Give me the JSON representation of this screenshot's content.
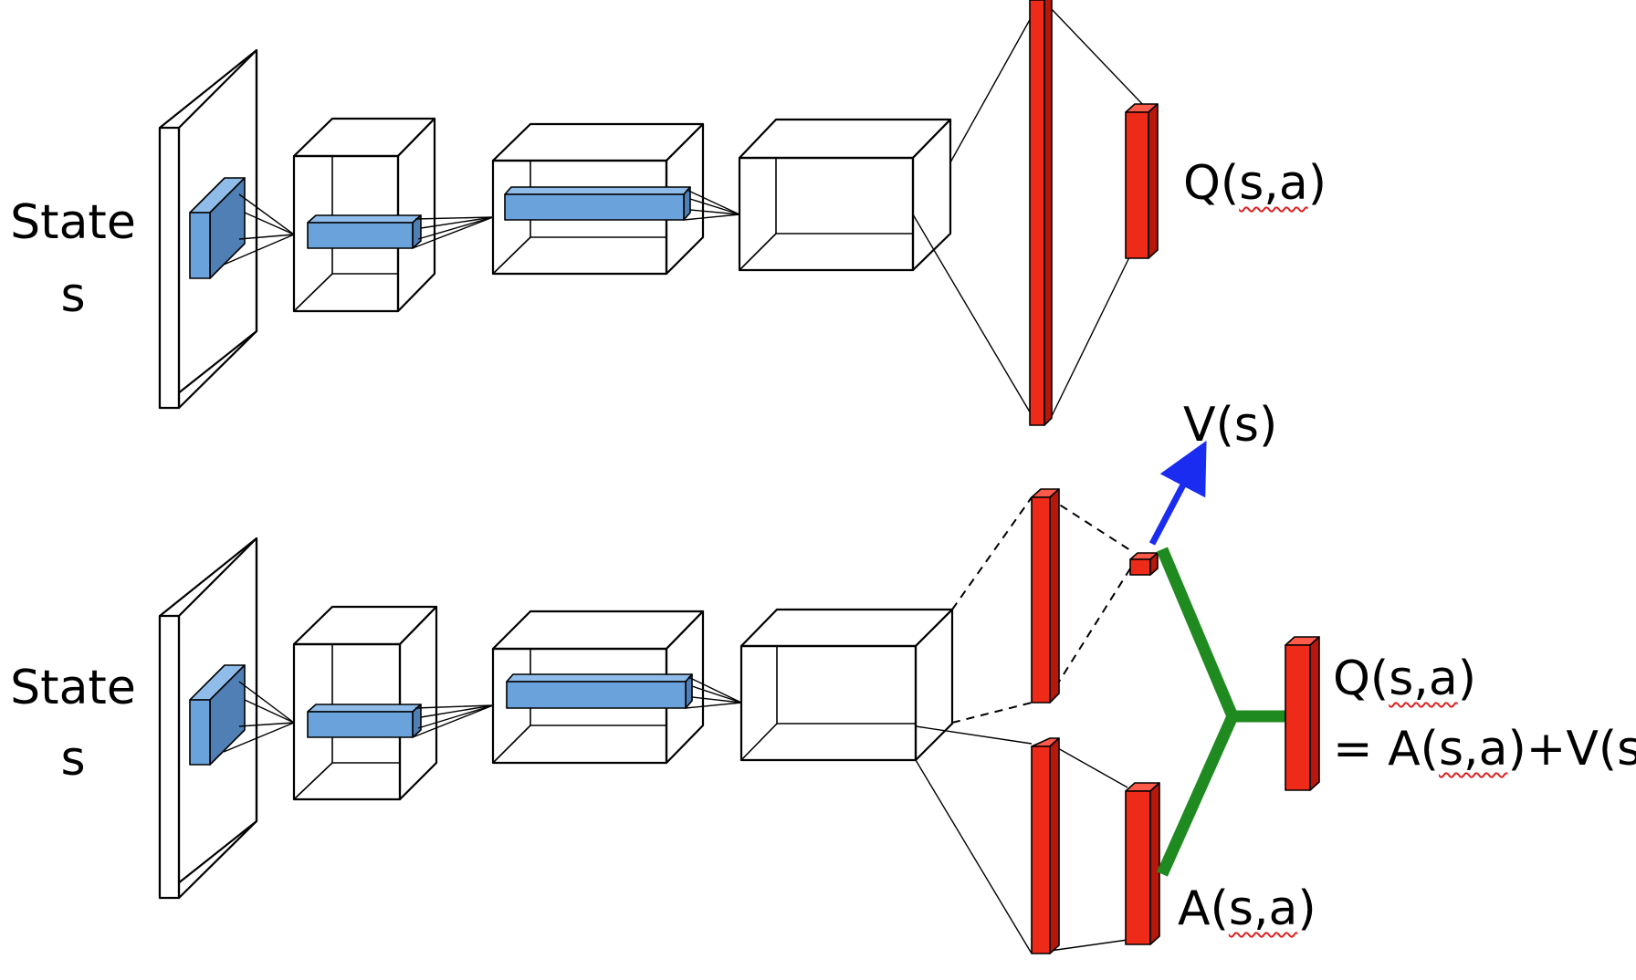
{
  "colors": {
    "kernel_fill": "#6aa3dc",
    "kernel_side": "#4f7fb4",
    "kernel_top": "#8fbce8",
    "fc_fill": "#ee2a18",
    "fc_side": "#b8170b",
    "fc_top": "#ff5a4a",
    "value_arrow": "#1a2cf0",
    "aggregator": "#1f8a1f"
  },
  "top_network": {
    "input_label_line1": "State",
    "input_label_line2": "s",
    "output_label_prefix": "Q(",
    "output_label_args": "s,a",
    "output_label_suffix": ")"
  },
  "bottom_network": {
    "input_label_line1": "State",
    "input_label_line2": "s",
    "value_label": "V(s)",
    "advantage_label_prefix": "A(",
    "advantage_label_args": "s,a",
    "advantage_label_suffix": ")",
    "q_label_prefix": "Q(",
    "q_label_args": "s,a",
    "q_label_suffix": ")",
    "q_equation_prefix": "= A(",
    "q_equation_args": "s,a",
    "q_equation_suffix": ")+V(s)"
  }
}
